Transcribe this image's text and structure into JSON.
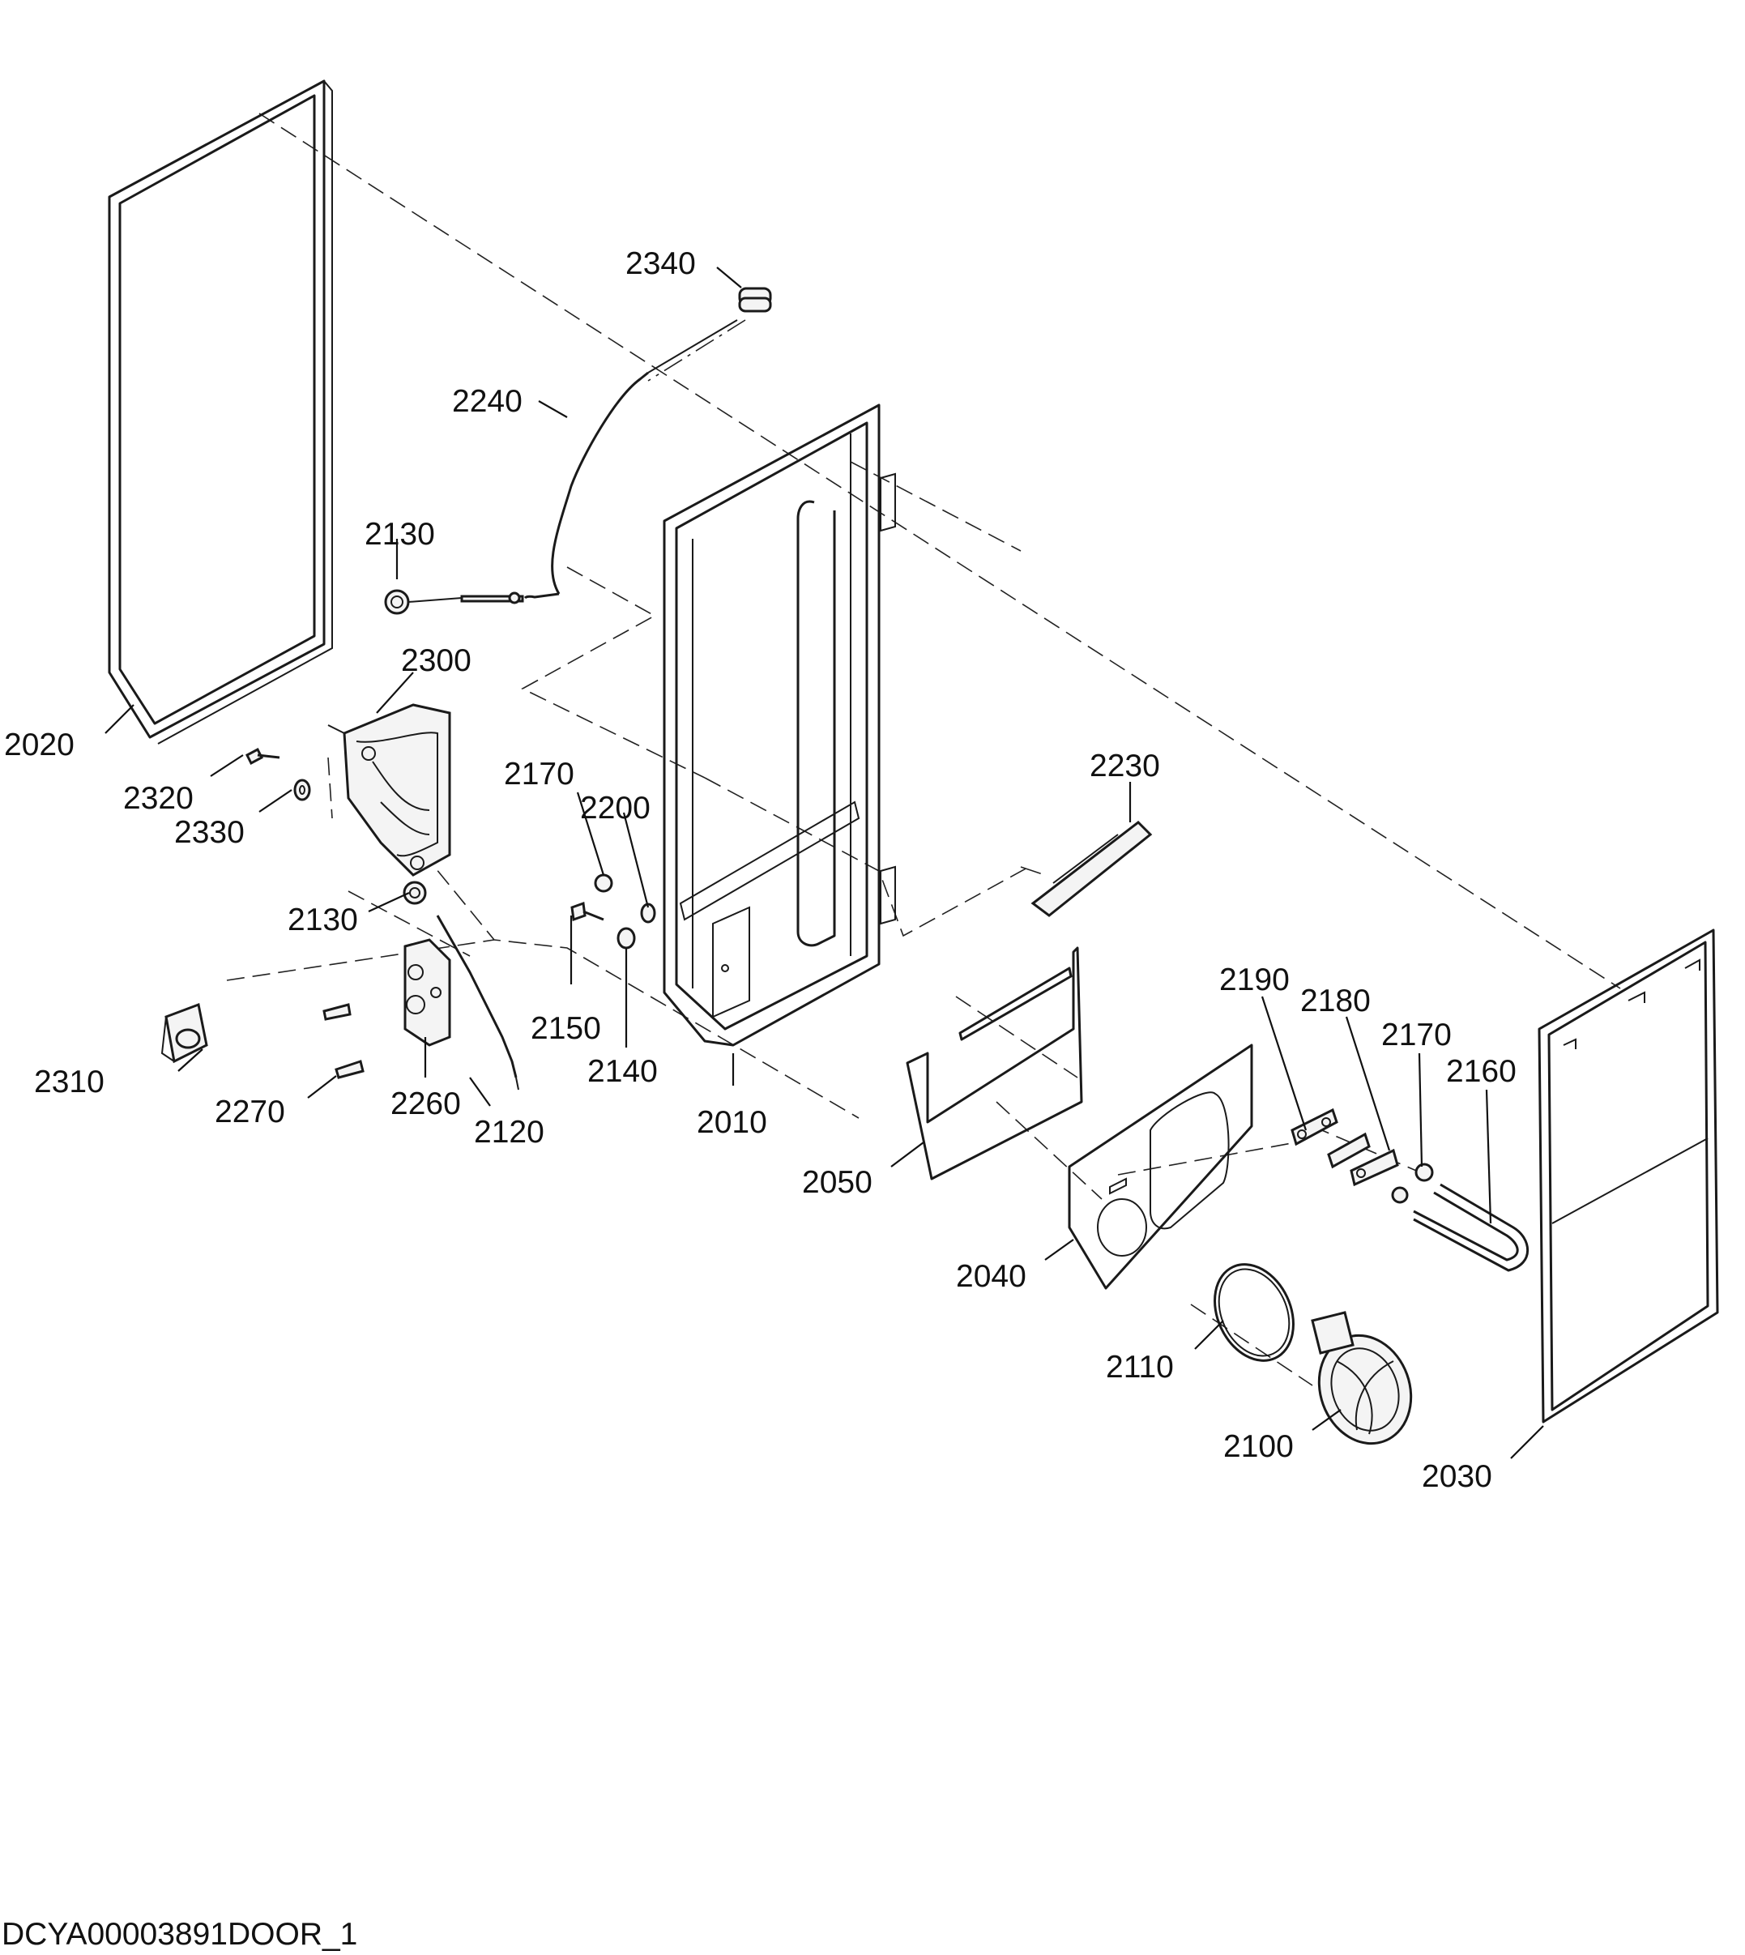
{
  "drawing_code": "DCYA00003891DOOR_1",
  "callouts": {
    "c2020": "2020",
    "c2340": "2340",
    "c2240": "2240",
    "c2130a": "2130",
    "c2300": "2300",
    "c2320": "2320",
    "c2330": "2330",
    "c2130b": "2130",
    "c2310": "2310",
    "c2270": "2270",
    "c2260": "2260",
    "c2120": "2120",
    "c2170a": "2170",
    "c2200": "2200",
    "c2150": "2150",
    "c2140": "2140",
    "c2010": "2010",
    "c2230": "2230",
    "c2050": "2050",
    "c2040": "2040",
    "c2110": "2110",
    "c2100": "2100",
    "c2190": "2190",
    "c2180": "2180",
    "c2170b": "2170",
    "c2160": "2160",
    "c2030": "2030"
  }
}
